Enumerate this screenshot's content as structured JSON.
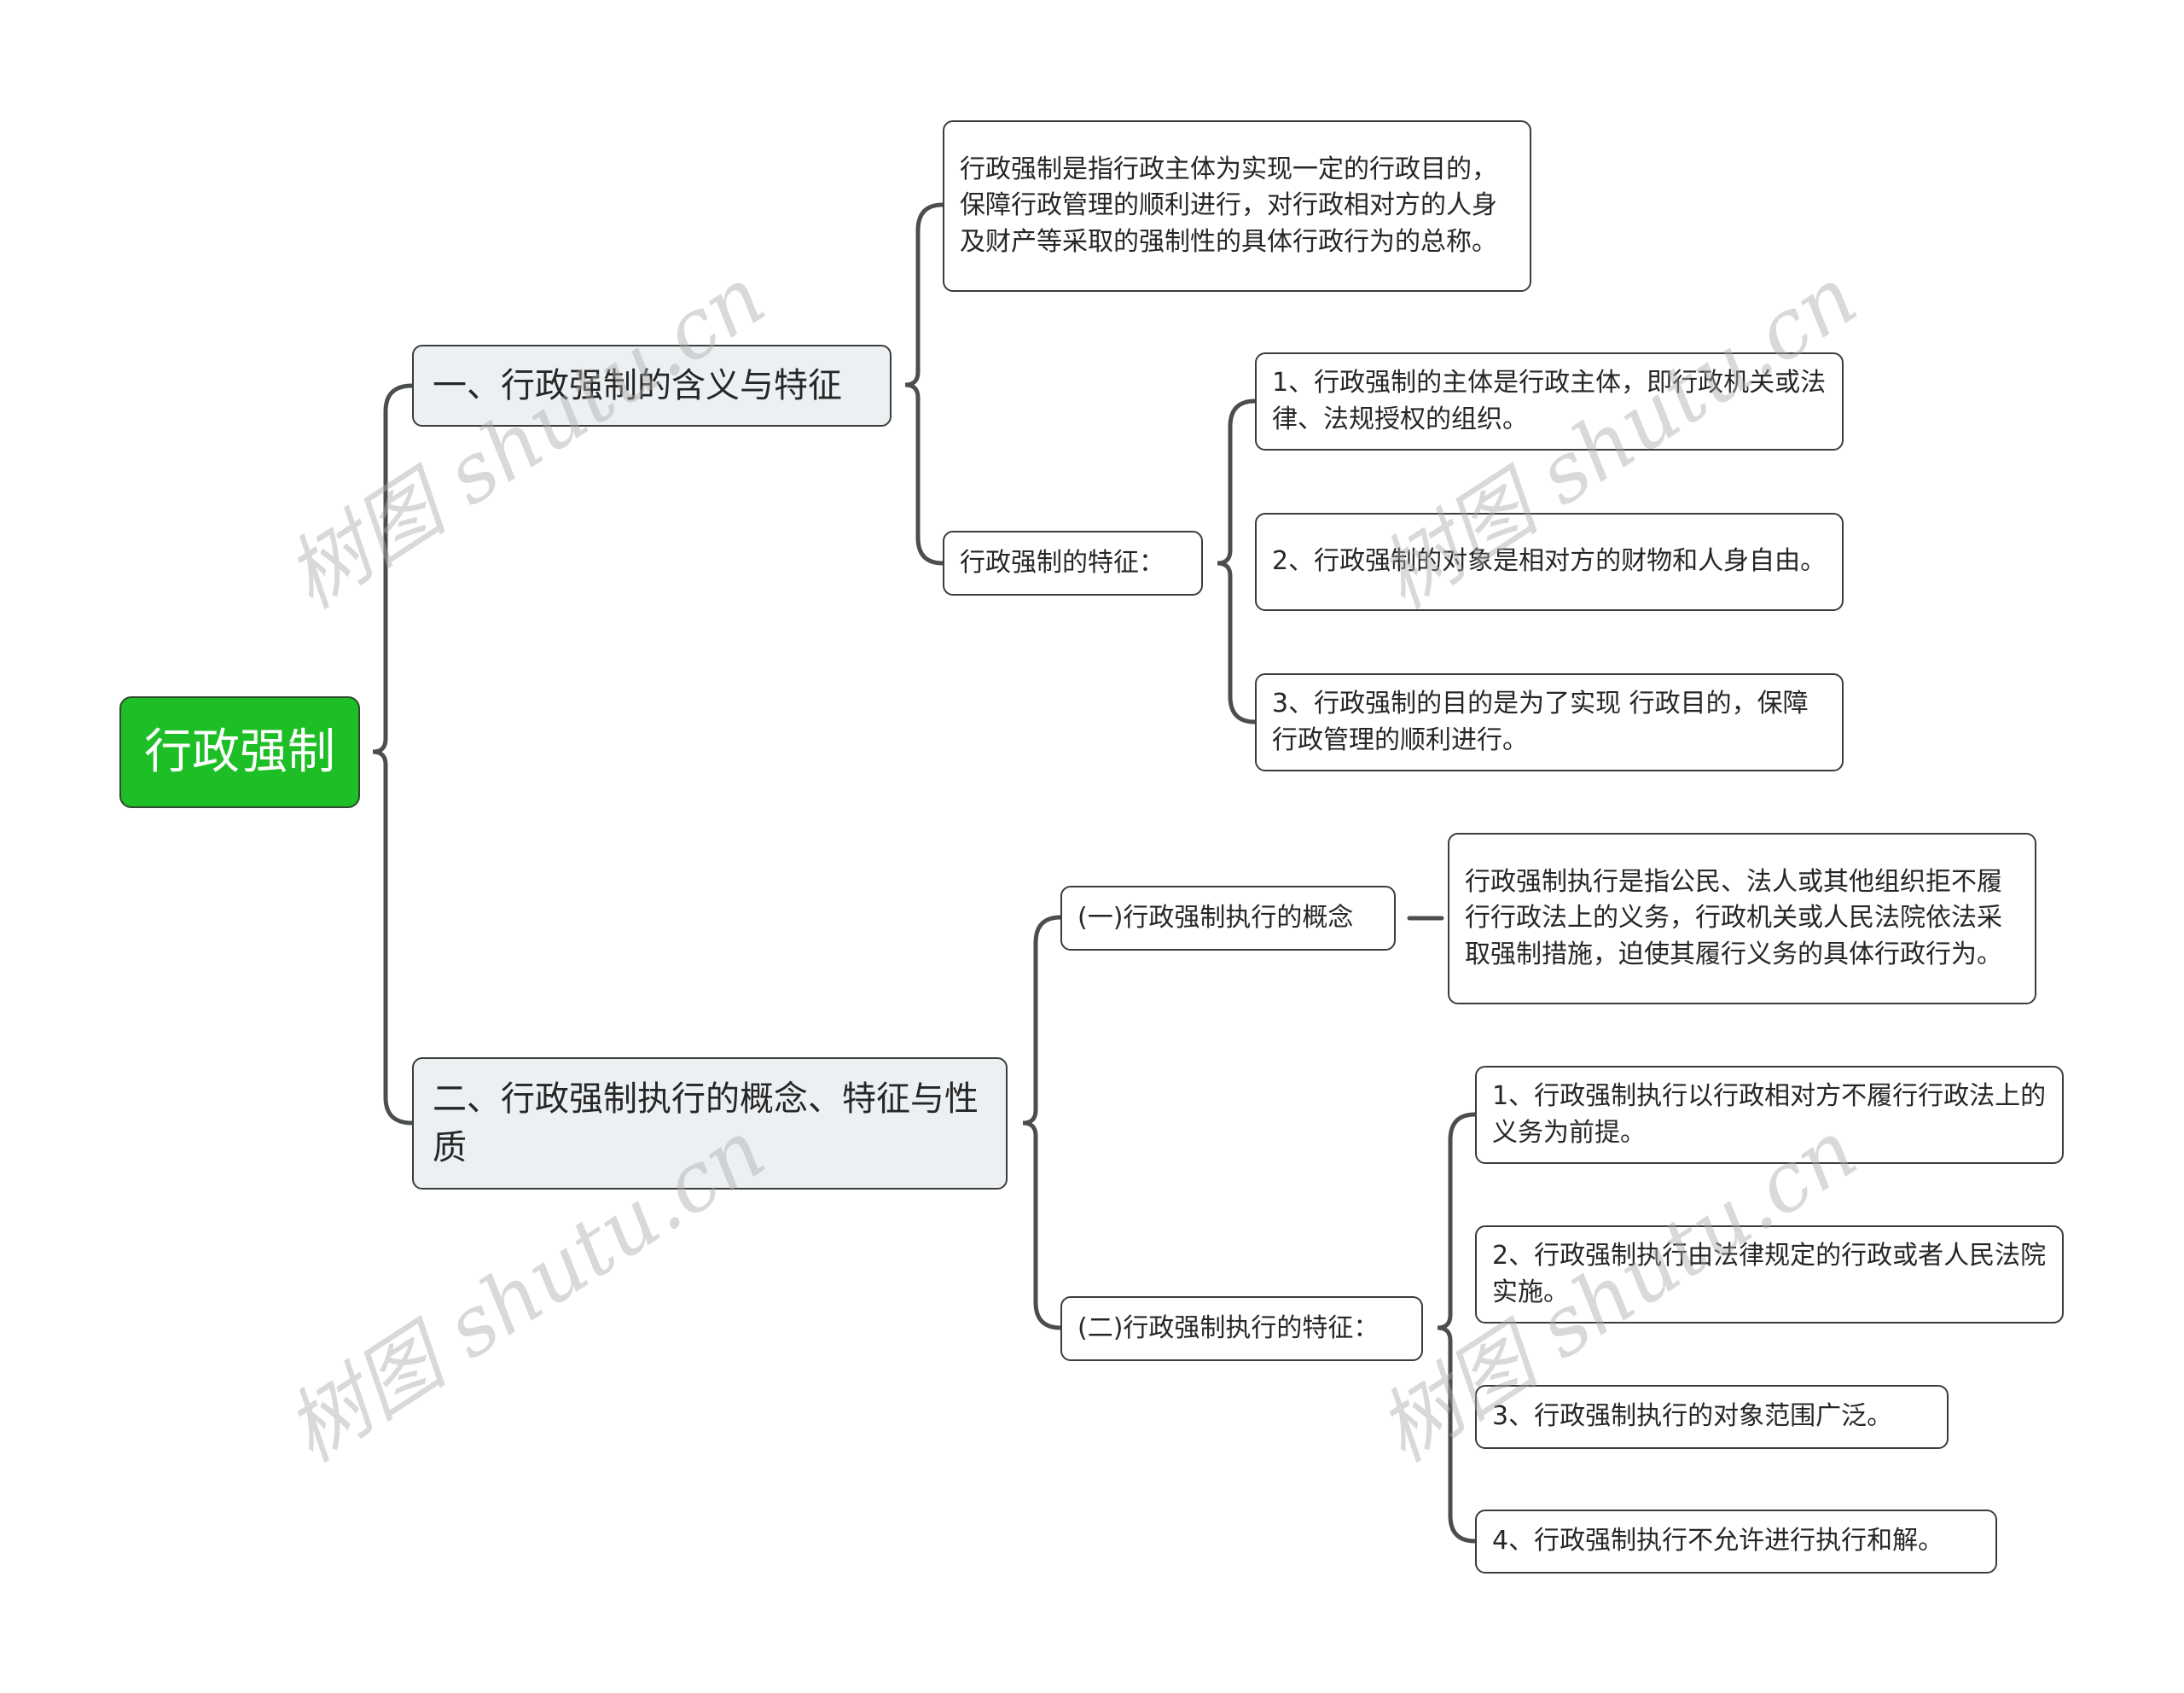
{
  "mindmap": {
    "root": {
      "label": "行政强制",
      "color": "#1dbe26"
    },
    "branches": [
      {
        "label": "一、行政强制的含义与特征",
        "children": [
          {
            "label": "行政强制是指行政主体为实现一定的行政目的，保障行政管理的顺利进行，对行政相对方的人身及财产等采取的强制性的具体行政行为的总称。"
          },
          {
            "label": "行政强制的特征：",
            "children": [
              {
                "label": "1、行政强制的主体是行政主体，即行政机关或法律、法规授权的组织。"
              },
              {
                "label": "2、行政强制的对象是相对方的财物和人身自由。"
              },
              {
                "label": "3、行政强制的目的是为了实现 行政目的，保障行政管理的顺利进行。"
              }
            ]
          }
        ]
      },
      {
        "label": "二、行政强制执行的概念、特征与性质",
        "children": [
          {
            "label": "(一)行政强制执行的概念",
            "children": [
              {
                "label": "行政强制执行是指公民、法人或其他组织拒不履行行政法上的义务，行政机关或人民法院依法采取强制措施，迫使其履行义务的具体行政行为。"
              }
            ]
          },
          {
            "label": "(二)行政强制执行的特征：",
            "children": [
              {
                "label": "1、行政强制执行以行政相对方不履行行政法上的义务为前提。"
              },
              {
                "label": "2、行政强制执行由法律规定的行政或者人民法院实施。"
              },
              {
                "label": "3、行政强制执行的对象范围广泛。"
              },
              {
                "label": "4、行政强制执行不允许进行执行和解。"
              }
            ]
          }
        ]
      }
    ]
  },
  "watermark": {
    "text": "树图 shutu.cn"
  },
  "colors": {
    "line": "#4b4f4b",
    "node_border": "#3a3d3a",
    "branch_fill": "#edf0f3",
    "root_fill": "#1dbe26"
  }
}
